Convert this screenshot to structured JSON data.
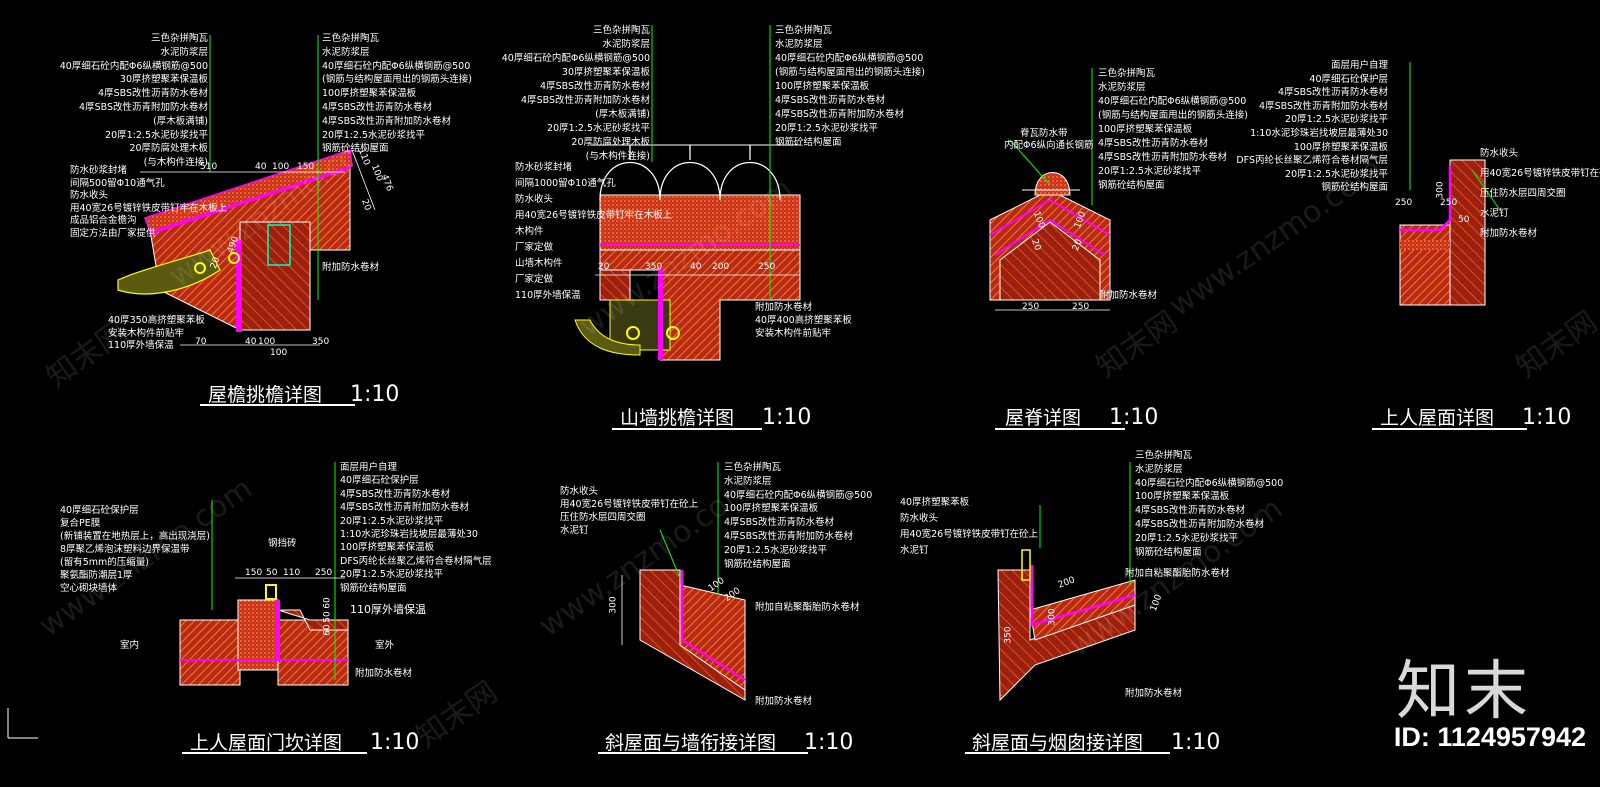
{
  "watermarks": {
    "site": "www.znzmo.com",
    "brand": "知末网",
    "logo": "知末",
    "id": "ID: 1124957942"
  },
  "colors": {
    "brick": "#c8321e",
    "hatch": "#ff6a00",
    "membrane": "#ff00ff",
    "leader": "#00ff00",
    "yellow": "#ffff00",
    "line": "#ffffff"
  },
  "panels": {
    "eave": {
      "title": "屋檐挑檐详图",
      "scale": "1:10",
      "labels_a": [
        "三色杂拼陶瓦",
        "水泥防浆层",
        "40厚细石砼内配Φ6纵横钢筋@500",
        "30厚挤塑聚苯保温板",
        "4厚SBS改性沥青防水卷材",
        "4厚SBS改性沥青附加防水卷材",
        "(厚木板满铺)",
        "20厚1:2.5水泥砂浆找平",
        "20厚防腐处理木板",
        "(与木构件连接)"
      ],
      "labels_b": [
        "三色杂拼陶瓦",
        "水泥防浆层",
        "40厚细石砼内配Φ6纵横钢筋@500",
        "(钢筋与结构屋面甩出的钢筋头连接)",
        "100厚挤塑聚苯保温板",
        "4厚SBS改性沥青防水卷材",
        "4厚SBS改性沥青附加防水卷材",
        "20厚1:2.5水泥砂浆找平",
        "钢筋砼结构屋面"
      ],
      "left_labels": [
        "防水砂浆封堵",
        "间隔500留Φ10通气孔",
        "防水收头",
        "用40宽26号镀锌铁皮带钉牢在木板上",
        "成品铝合金檐沟",
        "固定方法由厂家提供"
      ],
      "bottom_labels": [
        "40厚350高挤塑聚苯板",
        "安装木构件前贴牢",
        "110厚外墙保温"
      ],
      "right_label": "附加防水卷材",
      "dims": [
        "510",
        "40",
        "100",
        "150",
        "110",
        "100",
        "20",
        "476",
        "20",
        "490",
        "70",
        "40",
        "100",
        "100",
        "350"
      ]
    },
    "gable": {
      "title": "山墙挑檐详图",
      "scale": "1:10",
      "labels_a": [
        "三色杂拼陶瓦",
        "水泥防浆层",
        "40厚细石砼内配Φ6纵横钢筋@500",
        "30厚挤塑聚苯保温板",
        "4厚SBS改性沥青防水卷材",
        "4厚SBS改性沥青附加防水卷材",
        "(厚木板满铺)",
        "20厚1:2.5水泥砂浆找平",
        "20厚防腐处理木板",
        "(与木构件连接)"
      ],
      "labels_b": [
        "三色杂拼陶瓦",
        "水泥防浆层",
        "40厚细石砼内配Φ6纵横钢筋@500",
        "(钢筋与结构屋面甩出的钢筋头连接)",
        "100厚挤塑聚苯保温板",
        "4厚SBS改性沥青防水卷材",
        "4厚SBS改性沥青附加防水卷材",
        "20厚1:2.5水泥砂浆找平",
        "钢筋砼结构屋面"
      ],
      "left_labels": [
        "防水砂浆封堵",
        "间隔1000留Φ10通气孔",
        "防水收头",
        "用40宽26号镀锌铁皮带钉牢在木板上",
        "木构件",
        "厂家定做",
        "山墙木构件",
        "厂家定做",
        "110厚外墙保温"
      ],
      "right_labels": [
        "附加防水卷材",
        "40厚400高挤塑聚苯板",
        "安装木构件前贴牢"
      ],
      "dims": [
        "20",
        "350",
        "40",
        "200",
        "250"
      ]
    },
    "ridge": {
      "title": "屋脊详图",
      "scale": "1:10",
      "labels": [
        "三色杂拼陶瓦",
        "水泥防浆层",
        "40厚细石砼内配Φ6纵横钢筋@500",
        "(钢筋与结构屋面甩出的钢筋头连接)",
        "100厚挤塑聚苯保温板",
        "4厚SBS改性沥青防水卷材",
        "4厚SBS改性沥青附加防水卷材",
        "20厚1:2.5水泥砂浆找平",
        "钢筋砼结构屋面"
      ],
      "left_label_1": "脊瓦防水带",
      "left_label_2": "内配Φ6纵向通长钢筋",
      "bottom_label": "附加防水卷材",
      "dims": [
        "250",
        "250",
        "100",
        "20",
        "100",
        "20"
      ]
    },
    "roof_access": {
      "title": "上人屋面详图",
      "scale": "1:10",
      "labels": [
        "面层用户自理",
        "40厚细石砼保护层",
        "4厚SBS改性沥青防水卷材",
        "4厚SBS改性沥青附加防水卷材",
        "20厚1:2.5水泥砂浆找平",
        "1:10水泥珍珠岩找坡层最薄处30",
        "100厚挤塑聚苯保温板",
        "DFS丙纶长丝聚乙烯符合卷材隔气层",
        "20厚1:2.5水泥砂浆找平",
        "钢筋砼结构屋面"
      ],
      "right_labels": [
        "防水收头",
        "用40宽26号镀锌铁皮带钉在砼上",
        "压住防水层四周交圈",
        "水泥钉",
        "附加防水卷材"
      ],
      "dims": [
        "300",
        "250",
        "250",
        "50"
      ]
    },
    "door_sill": {
      "title": "上人屋面门坎详图",
      "scale": "1:10",
      "labels": [
        "面层用户自理",
        "40厚细石砼保护层",
        "4厚SBS改性沥青防水卷材",
        "4厚SBS改性沥青附加防水卷材",
        "20厚1:2.5水泥砂浆找平",
        "1:10水泥珍珠岩找坡层最薄处30",
        "100厚挤塑聚苯保温板",
        "DFS丙纶长丝聚乙烯符合卷材隔气层",
        "20厚1:2.5水泥砂浆找平",
        "钢筋砼结构屋面"
      ],
      "left_labels": [
        "40厚细石砼保护层",
        "复合PE膜",
        "(新铺装置在地热层上，高出现浇层)",
        "8厚聚乙烯泡沫塑料边界保温带",
        "(留有5mm的压缩量)",
        "聚氨酯防潮层1厚",
        "空心砌块墙体"
      ],
      "room_in": "室内",
      "room_out": "室外",
      "mid_label": "钢挡砖",
      "wall_label": "110厚外墙保温",
      "bottom_label": "附加防水卷材",
      "dims": [
        "150",
        "50",
        "110",
        "250",
        "60",
        "50",
        "60"
      ]
    },
    "slope_wall": {
      "title": "斜屋面与墙衔接详图",
      "scale": "1:10",
      "labels": [
        "三色杂拼陶瓦",
        "水泥防浆层",
        "40厚细石砼内配Φ6纵横钢筋@500",
        "100厚挤塑聚苯保温板",
        "4厚SBS改性沥青防水卷材",
        "4厚SBS改性沥青附加防水卷材",
        "20厚1:2.5水泥砂浆找平",
        "钢筋砼结构屋面"
      ],
      "left_labels": [
        "防水收头",
        "用40宽26号镀锌铁皮带钉在砼上",
        "压住防水层四周交圈",
        "水泥钉"
      ],
      "right_labels": [
        "附加自粘聚酯胎防水卷材",
        "附加防水卷材"
      ],
      "dims": [
        "300",
        "200",
        "100"
      ]
    },
    "slope_chimney": {
      "title": "斜屋面与烟囱接详图",
      "scale": "1:10",
      "labels": [
        "三色杂拼陶瓦",
        "水泥防浆层",
        "40厚细石砼内配Φ6纵横钢筋@500",
        "100厚挤塑聚苯保温板",
        "4厚SBS改性沥青防水卷材",
        "4厚SBS改性沥青附加防水卷材",
        "20厚1:2.5水泥砂浆找平",
        "钢筋砼结构屋面"
      ],
      "left_labels": [
        "40厚挤塑聚苯板",
        "防水收头",
        "用40宽26号镀锌铁皮带钉在砼上",
        "水泥钉"
      ],
      "right_labels": [
        "附加自粘聚酯胎防水卷材",
        "附加防水卷材"
      ],
      "dims": [
        "350",
        "200",
        "100",
        "300"
      ]
    }
  }
}
